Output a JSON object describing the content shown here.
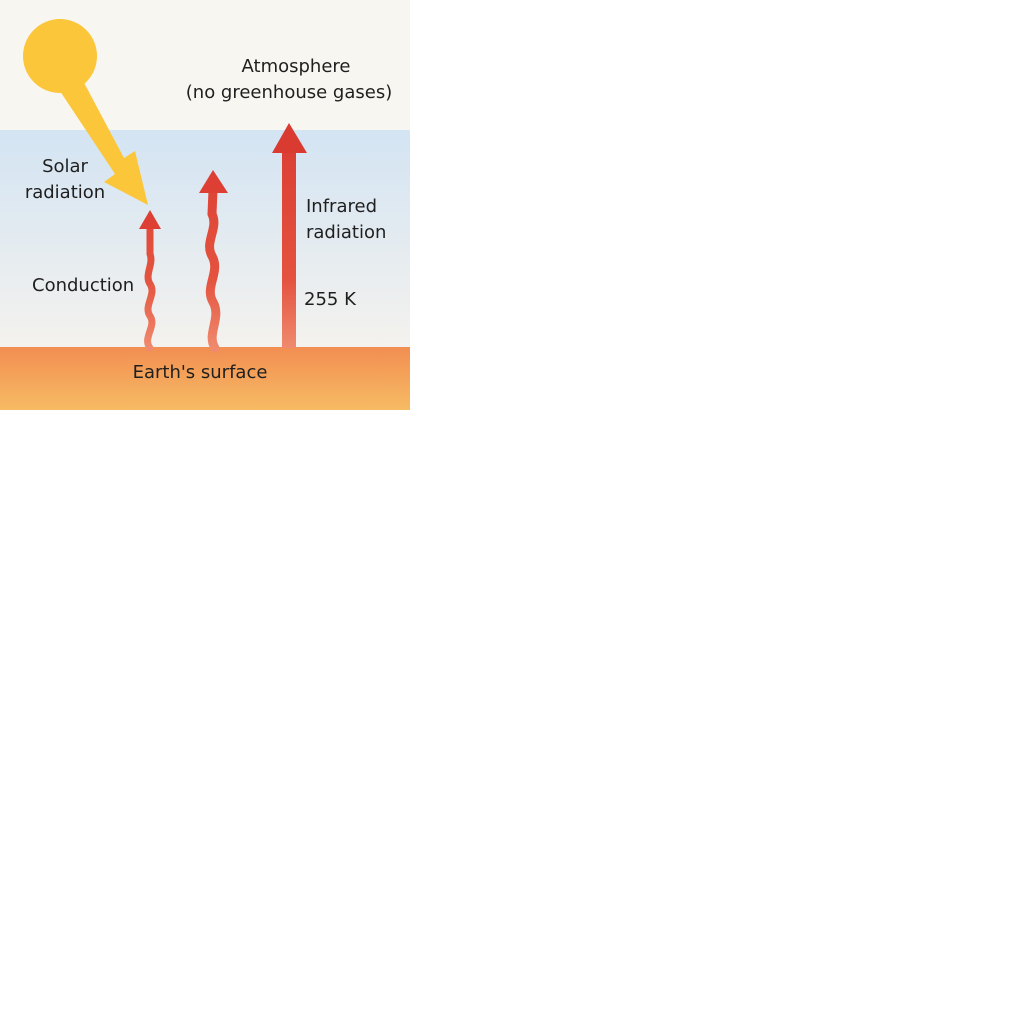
{
  "atmosphere": {
    "line1": "Atmosphere",
    "line2": "(no greenhouse gases)"
  },
  "solar": {
    "line1": "Solar",
    "line2": "radiation"
  },
  "infrared": {
    "line1": "Infrared",
    "line2": "radiation"
  },
  "conduction": "Conduction",
  "temperature": "255 K",
  "surface": "Earth's surface",
  "colors": {
    "sky_top": "#f8f6f1",
    "sky_band": "#d6e6f4",
    "sun": "#fcc63a",
    "solar_arrow": "#fcc63a",
    "heat_arrow": "#e0463a",
    "surface_top": "#f29053",
    "surface_bottom": "#f6b962"
  }
}
